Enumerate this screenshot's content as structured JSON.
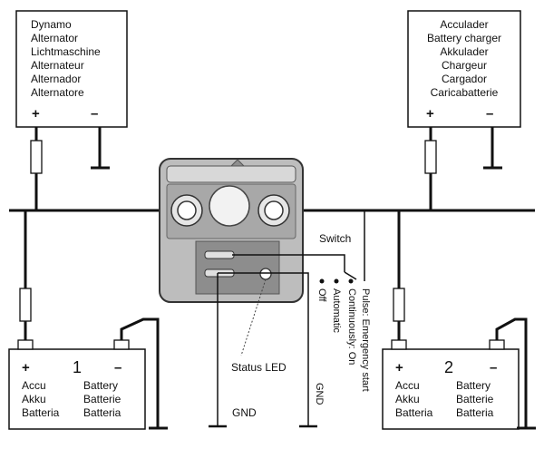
{
  "alternator": {
    "names": [
      "Dynamo",
      "Alternator",
      "Lichtmaschine",
      "Alternateur",
      "Alternador",
      "Alternatore"
    ],
    "plus": "+",
    "minus": "–"
  },
  "charger": {
    "names": [
      "Acculader",
      "Battery charger",
      "Akkulader",
      "Chargeur",
      "Cargador",
      "Caricabatterie"
    ],
    "plus": "+",
    "minus": "–"
  },
  "battery1": {
    "plus": "+",
    "number": "1",
    "minus": "–",
    "left_names": [
      "Accu",
      "Akku",
      "Batteria"
    ],
    "right_names": [
      "Battery",
      "Batterie",
      "Batteria"
    ]
  },
  "battery2": {
    "plus": "+",
    "number": "2",
    "minus": "–",
    "left_names": [
      "Accu",
      "Akku",
      "Batteria"
    ],
    "right_names": [
      "Battery",
      "Batterie",
      "Batteria"
    ]
  },
  "labels": {
    "switch": "Switch",
    "status_led": "Status LED",
    "gnd_bottom": "GND",
    "gnd_vertical": "GND",
    "off": "Off",
    "automatic": "Automatic",
    "continuously_on": "Continuously: On",
    "pulse": "Pulse: Emergency start"
  }
}
